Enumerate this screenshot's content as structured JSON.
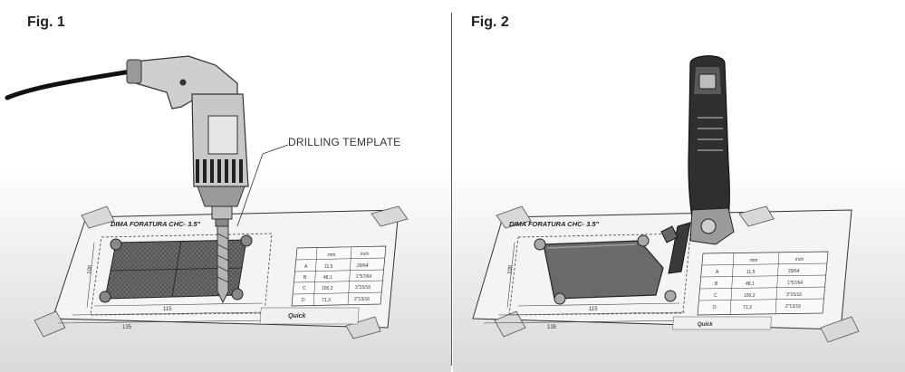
{
  "figures": [
    {
      "label": "Fig. 1",
      "callout": "DRILLING TEMPLATE",
      "template_title": "DIMA FORATURA CHC- 3.5\"",
      "dimension_labels": [
        "115",
        "135",
        "100"
      ],
      "icons": [
        "drill-icon",
        "drilling-template-sheet"
      ]
    },
    {
      "label": "Fig. 2",
      "template_title": "DIMA FORATURA CHC- 3.5\"",
      "dimension_labels": [
        "115",
        "135",
        "100"
      ],
      "icons": [
        "multitool-icon",
        "drilling-template-sheet"
      ]
    }
  ],
  "table": {
    "headers": [
      "",
      "mm",
      "inch"
    ],
    "rows": [
      [
        "A",
        "11,5",
        "29/64"
      ],
      [
        "B",
        "48,1",
        "1\"57/64"
      ],
      [
        "C",
        "100,2",
        "3\"15/16"
      ],
      [
        "D",
        "71,3",
        "2\"13/16"
      ]
    ]
  },
  "brand": "Quick"
}
